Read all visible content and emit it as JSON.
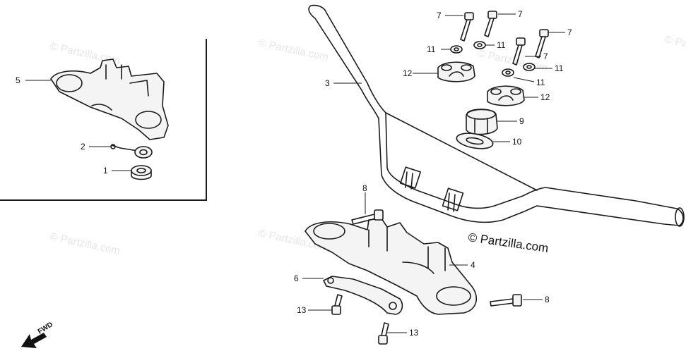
{
  "watermark_text": "© Partzilla.com",
  "credit_text": "© Partzilla.com",
  "fwd_label": "FWD",
  "callouts": [
    {
      "id": "c1",
      "label": "1"
    },
    {
      "id": "c2",
      "label": "2"
    },
    {
      "id": "c3",
      "label": "3"
    },
    {
      "id": "c4",
      "label": "4"
    },
    {
      "id": "c5",
      "label": "5"
    },
    {
      "id": "c6",
      "label": "6"
    },
    {
      "id": "c7a",
      "label": "7"
    },
    {
      "id": "c7b",
      "label": "7"
    },
    {
      "id": "c7c",
      "label": "7"
    },
    {
      "id": "c7d",
      "label": "7"
    },
    {
      "id": "c8a",
      "label": "8"
    },
    {
      "id": "c8b",
      "label": "8"
    },
    {
      "id": "c9",
      "label": "9"
    },
    {
      "id": "c10",
      "label": "10"
    },
    {
      "id": "c11a",
      "label": "11"
    },
    {
      "id": "c11b",
      "label": "11"
    },
    {
      "id": "c11c",
      "label": "11"
    },
    {
      "id": "c11d",
      "label": "11"
    },
    {
      "id": "c12a",
      "label": "12"
    },
    {
      "id": "c12b",
      "label": "12"
    },
    {
      "id": "c13a",
      "label": "13"
    },
    {
      "id": "c13b",
      "label": "13"
    }
  ]
}
